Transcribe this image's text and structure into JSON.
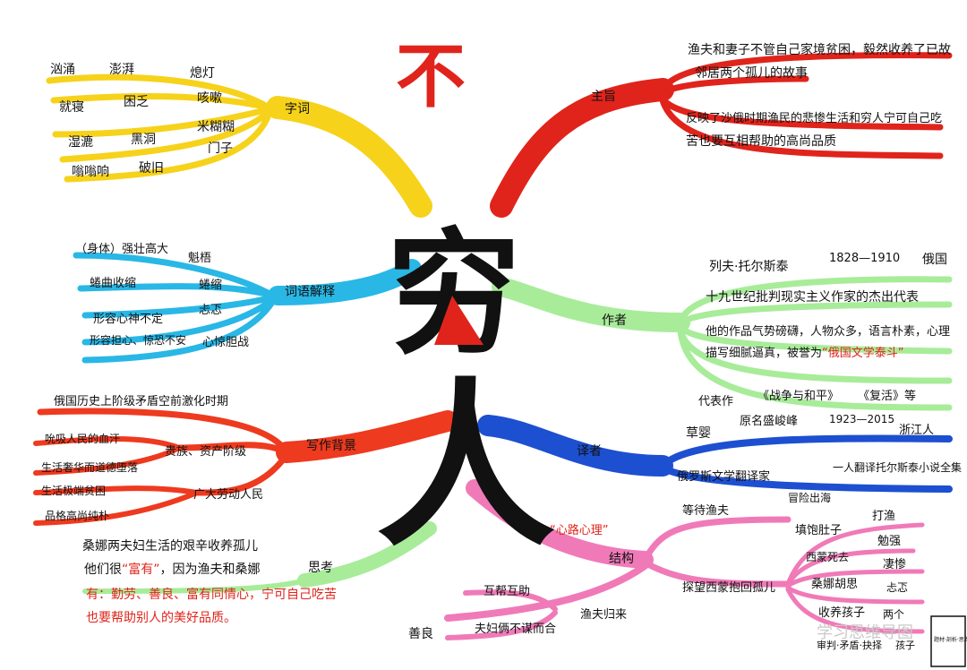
{
  "title_bu": "不",
  "title_qiong": "穷",
  "title_ren": "人",
  "branches": {
    "words": {
      "label": "字词",
      "items": [
        "汹涌",
        "澎湃",
        "熄灯",
        "就寝",
        "困乏",
        "咳嗽",
        "湿漉",
        "黑洞",
        "米糊糊",
        "嗡嗡响",
        "破旧",
        "门子"
      ]
    },
    "explain": {
      "label": "词语解释",
      "items": [
        "（身体）强壮高大",
        "魁梧",
        "蜷曲收缩",
        "蜷缩",
        "形容心神不定",
        "忐忑",
        "形容担心、惊恐不安",
        "心惊胆战"
      ]
    },
    "theme": {
      "label": "主旨",
      "lines": [
        "渔夫和妻子不管自己家境贫困，毅然收养了已故",
        "邻居两个孤儿的故事",
        "反映了沙俄时期渔民的悲惨生活和穷人宁可自己吃",
        "苦也要互相帮助的高尚品质"
      ]
    },
    "author": {
      "label": "作者",
      "name": "列夫·托尔斯泰",
      "years": "1828—1910",
      "country": "俄国",
      "line1": "十九世纪批判现实主义作家的杰出代表",
      "line2": "他的作品气势磅礴，人物众多，语言朴素，心理",
      "line3_pre": "描写细腻逼真，被誉为",
      "line3_quote": "“俄国文学泰斗”",
      "works_label": "代表作",
      "work1": "《战争与和平》",
      "work2": "《复活》等"
    },
    "translator": {
      "label": "译者",
      "name": "草婴",
      "origin": "原名盛峻峰",
      "years": "1923—2015",
      "hometown": "浙江人",
      "line1": "俄罗斯文学翻译家",
      "line2": "一人翻译托尔斯泰小说全集"
    },
    "background": {
      "label": "写作背景",
      "top": "俄国历史上阶级矛盾空前激化时期",
      "noble_label": "贵族、资产阶级",
      "noble": [
        "吮吸人民的血汗",
        "生活奢华而道德堕落"
      ],
      "people_label": "广大劳动人民",
      "people": [
        "生活极端贫困",
        "品格高尚纯朴"
      ]
    },
    "thinking": {
      "label": "思考",
      "l1": "桑娜两夫妇生活的艰辛收养孤儿",
      "l2_a": "他们很",
      "l2_q": "“富有”",
      "l2_b": "，因为渔夫和桑娜",
      "l3": "有：勤劳、善良、富有同情心，宁可自己吃苦",
      "l4": "也要帮助别人的美好品质。"
    },
    "structure": {
      "label": "结构",
      "note": "“心路心理”",
      "wait": "等待渔夫",
      "risk": "冒险出海",
      "fish": "打渔",
      "feed": "填饱肚子",
      "hard": "勉强",
      "visit": "探望西蒙抱回孤儿",
      "simon": "西蒙死去",
      "tragic": "凄惨",
      "uneasy": "忐忑",
      "uneasy2": "桑娜胡思",
      "adopt": "收养孩子",
      "two": "两个",
      "return": "渔夫归来",
      "agree": "夫妇俩不谋而合",
      "kind": "善良",
      "help": "互帮互助",
      "children": "孩子",
      "bottom_note": "审判·矛盾·抉择",
      "tiny_box": "题材·剖析·思路"
    }
  },
  "watermark": "学习思维导图",
  "colors": {
    "red": "#e0241b",
    "yellow": "#f6d21a",
    "cyan": "#29b7e6",
    "green": "#a8ec9a",
    "blue": "#1d4fd1",
    "orange": "#ee3a1f",
    "pink": "#f07ab8"
  }
}
